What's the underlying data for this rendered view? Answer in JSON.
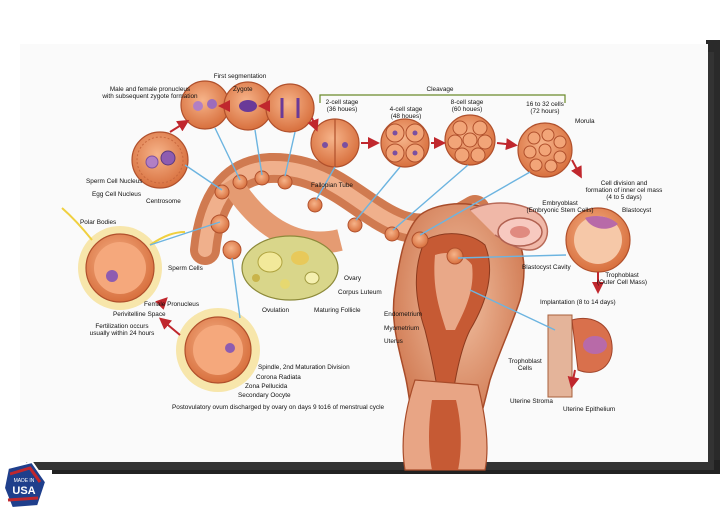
{
  "labels": {
    "male_female_pronuclei_1": "Male and female pronucleus",
    "male_female_pronuclei_2": "with subsequent zygote formation",
    "first_segmentation": "First segmentation",
    "zygote": "Zygote",
    "cleavage": "Cleavage",
    "two_cell_1": "2-cell stage",
    "two_cell_2": "(36 houes)",
    "four_cell_1": "4-cell stage",
    "four_cell_2": "(48 houes)",
    "eight_cell_1": "8-cell stage",
    "eight_cell_2": "(60 houes)",
    "sixteen_cell_1": "16 to 32 cells",
    "sixteen_cell_2": "(72 hours)",
    "morula": "Morula",
    "cell_division_1": "Cell division and",
    "cell_division_2": "formation of inner cel mass",
    "cell_division_3": "(4 to 5 days)",
    "embryoblast_1": "Embryoblast",
    "embryoblast_2": "(Embryonic Stem Cells)",
    "blastocyst": "Blastocyst",
    "blastocyst_cavity": "Blastocyst Cavity",
    "trophoblast_1": "Trophoblast",
    "trophoblast_2": "(Outer Cell Mass)",
    "implantation": "Implantation (8 to 14 days)",
    "trophoblast_cells_1": "Trophoblast",
    "trophoblast_cells_2": "Cells",
    "uterine_stroma": "Uterine Stroma",
    "uterine_epithelium": "Uterine Epithelium",
    "sperm_cell_nucleus": "Sperm Cell Nucleus",
    "egg_cell_nucleus": "Egg Cell Nucleus",
    "centrosome": "Centrosome",
    "polar_bodies": "Polar Bodies",
    "sperm_cells": "Sperm Cells",
    "female_pronucleus": "Female Pronucleus",
    "perivitelline_space": "Perivitelline Space",
    "fertilization_1": "Fertilization occurs",
    "fertilization_2": "usually within 24 hours",
    "fallopian_tube": "Fallopian Tube",
    "ovary": "Ovary",
    "corpus_luteum": "Corpus Luteum",
    "ovulation": "Ovulation",
    "maturing_follicle": "Maturing Follicle",
    "endometrium": "Endometrium",
    "myometrium": "Myometrium",
    "uterus": "Uterus",
    "spindle": "Spindle, 2nd Maturation Division",
    "corona_radiata": "Corona Radiata",
    "zona_pellucida": "Zona Pellucida",
    "secondary_oocyte": "Secondary Oocyte",
    "postovulatory": "Postovulatory ovum discharged by ovary on days 9 to16 of menstrual cycle"
  },
  "badge": {
    "text": "USA",
    "small_text": "MADE IN"
  },
  "colors": {
    "cell_fill": "#e8895a",
    "cell_stroke": "#b0502c",
    "nucleus": "#7b4fa0",
    "tissue": "#e09a78",
    "tissue_dark": "#b8552e",
    "arrow": "#c0272d",
    "pointer": "#6cb4e0",
    "label_line": "#6a8a2a"
  }
}
